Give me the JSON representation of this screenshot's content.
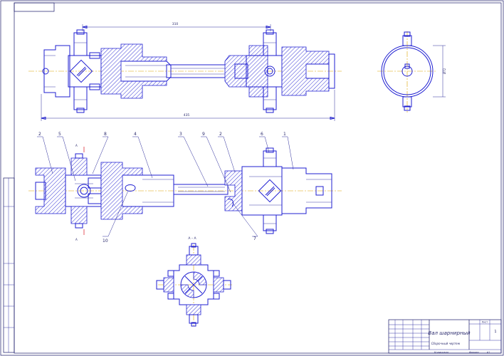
{
  "title_block": {
    "title": "Вал шарнирный",
    "subtitle": "Сборочный чертеж",
    "sheet_label": "Лист",
    "sheet_number": "1",
    "format_label": "Формат",
    "format_value": "А1",
    "copied_label": "Копировал"
  },
  "dimensions": {
    "top_length": "310",
    "overall_length": "435",
    "end_diameter": "Ø72"
  },
  "section": {
    "label": "А – А",
    "cut_letter_top": "А",
    "cut_letter_bottom": "А"
  },
  "parts": {
    "p1": "1",
    "p2a": "2",
    "p2b": "2",
    "p3": "3",
    "p4": "4",
    "p5": "5",
    "p6": "6",
    "p7": "7",
    "p8": "8",
    "p9": "9",
    "p10": "10"
  },
  "colors": {
    "line": "#1f1fd1",
    "frame": "#1a1a6a",
    "axis": "#d9a200",
    "cut_mark": "#e0303a"
  }
}
